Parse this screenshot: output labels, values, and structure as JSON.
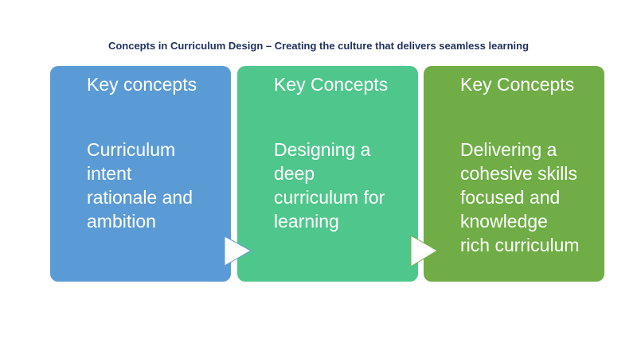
{
  "title": "Concepts in Curriculum Design – Creating the culture that delivers seamless learning",
  "colors": {
    "box1": "#5b9bd5",
    "box2": "#4fc68c",
    "box3": "#70ad47",
    "title": "#1f2f5e"
  },
  "boxes": [
    {
      "heading": "Key concepts",
      "body": [
        "Curriculum",
        "intent",
        "rationale and",
        "ambition"
      ]
    },
    {
      "heading": "Key Concepts",
      "body": [
        "Designing a",
        "deep",
        "curriculum for",
        "learning"
      ]
    },
    {
      "heading": "Key Concepts",
      "body": [
        "Delivering a",
        "cohesive skills",
        "focused and",
        "knowledge",
        "rich curriculum"
      ]
    }
  ]
}
